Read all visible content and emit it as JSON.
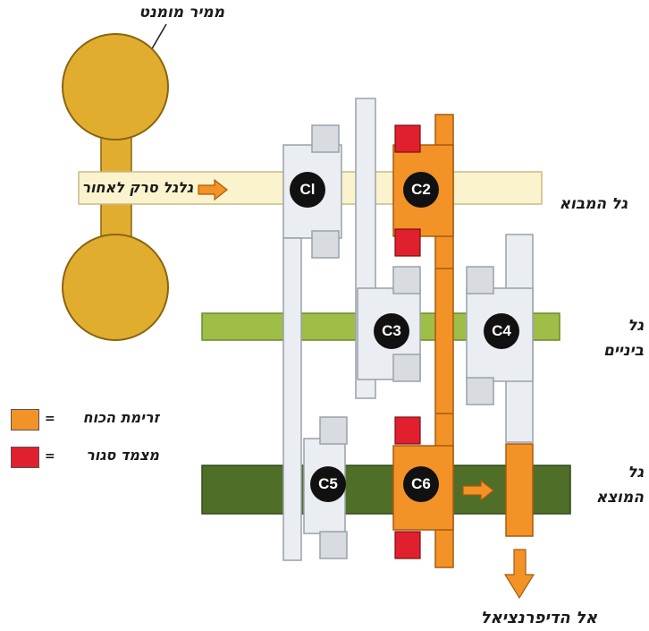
{
  "labels": {
    "torque_converter": "ממיר מומנט",
    "reverse_idler": "גלגל סרק לאחור",
    "input_shaft": "גל המבוא",
    "countershaft_line1": "גל",
    "countershaft_line2": "ביניים",
    "output_shaft_line1": "גל",
    "output_shaft_line2": "המוצא",
    "to_differential": "אל הדיפרנציאל"
  },
  "legend": {
    "power_flow": {
      "label": "זרימת הכוח",
      "color": "#f29227"
    },
    "locked_clutch": {
      "label": "מצמד סגור",
      "color": "#e0202e"
    },
    "separator": "="
  },
  "clutches": [
    "Cl",
    "C2",
    "C3",
    "C4",
    "C5",
    "C6"
  ],
  "colors": {
    "torque_converter": "#e1ad2f",
    "input_shaft": "#fbf3cd",
    "countershaft": "#9ebe48",
    "output_shaft": "#4f6e28",
    "gear": "#eaedf1",
    "gear_stroke": "#9aa1aa",
    "clutch_block": "#d8dbe0",
    "arrow": "#f29227"
  }
}
